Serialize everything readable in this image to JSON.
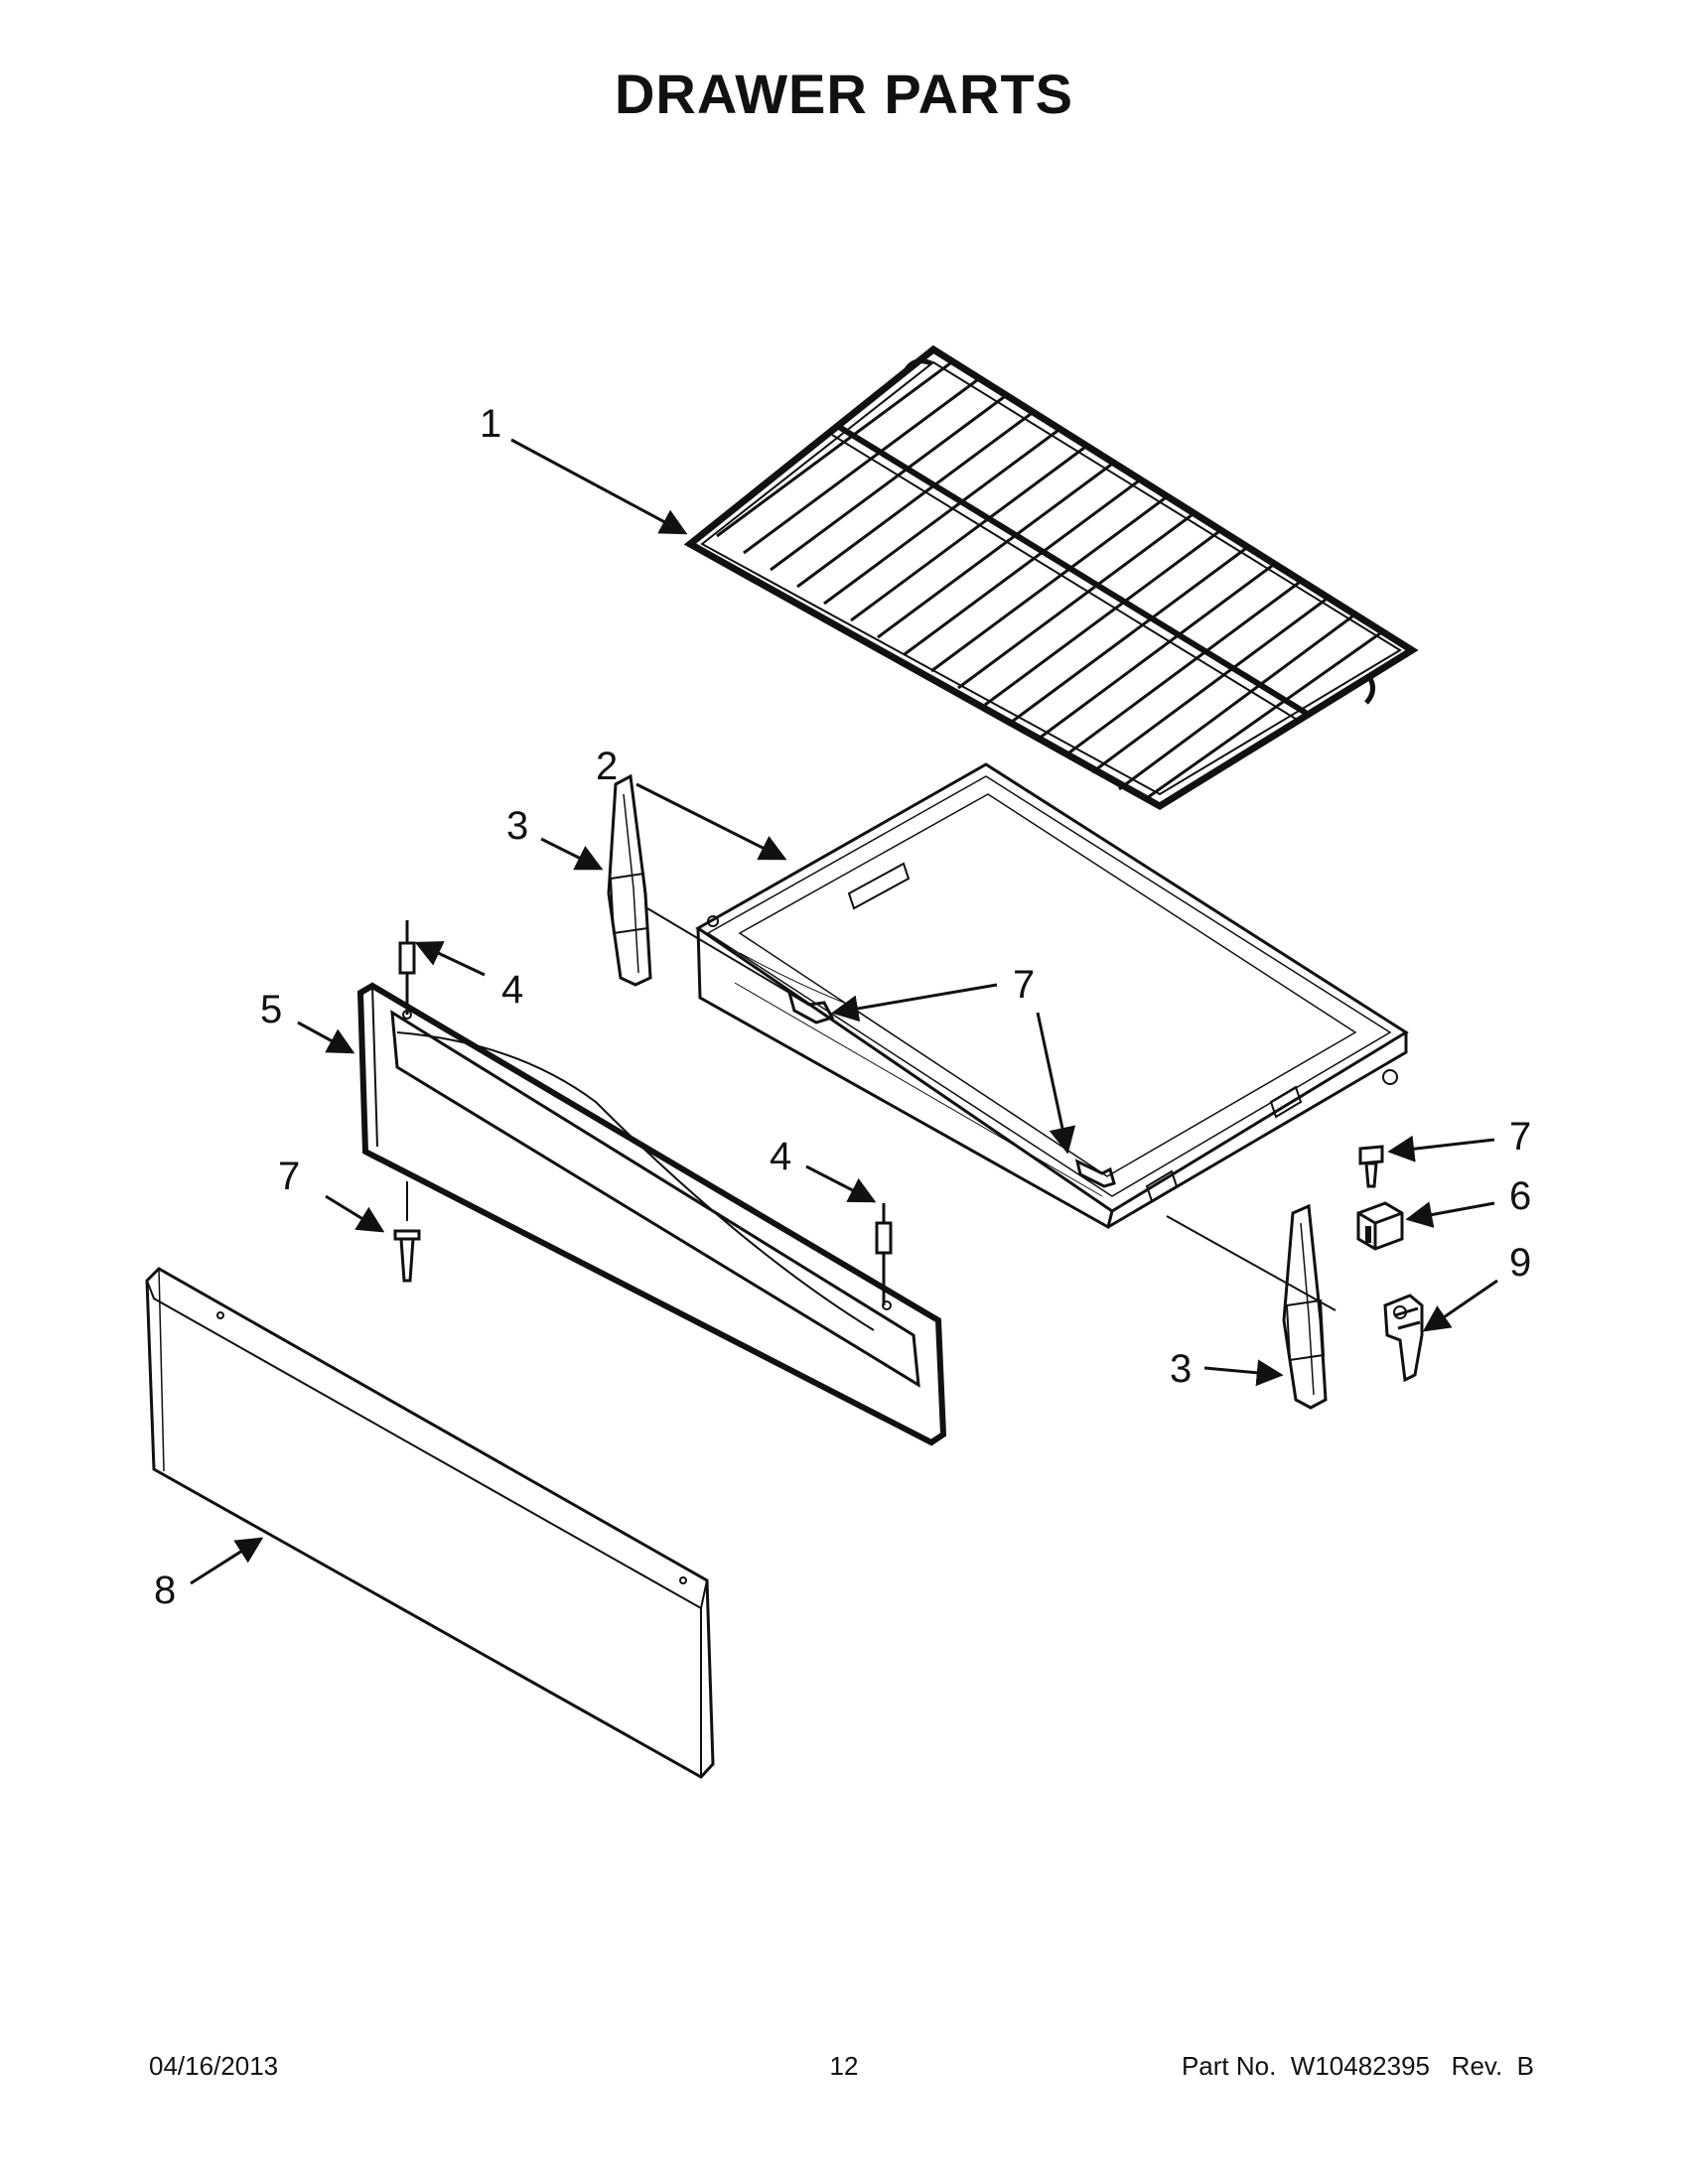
{
  "title": "DRAWER PARTS",
  "callouts": [
    "1",
    "2",
    "3",
    "3",
    "4",
    "4",
    "5",
    "6",
    "7",
    "7",
    "7",
    "7",
    "8",
    "9"
  ],
  "footer": {
    "date": "04/16/2013",
    "page": "12",
    "part": "Part No.  W10482395   Rev.  B"
  },
  "colors": {
    "line": "#111111",
    "background": "#ffffff"
  }
}
